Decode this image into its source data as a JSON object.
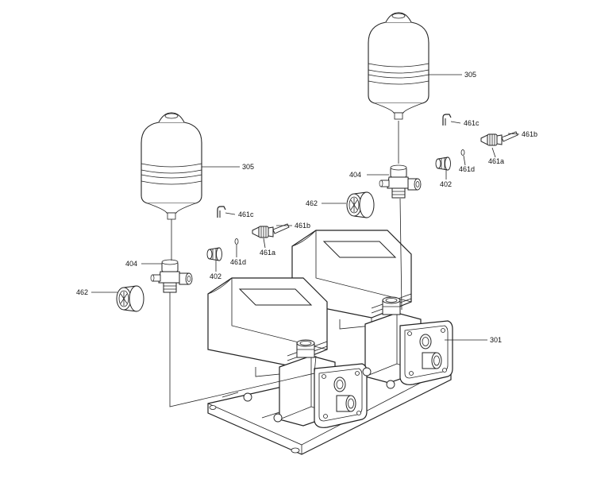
{
  "colors": {
    "line": "#222222",
    "fill": "#ffffff",
    "label": "#111111"
  },
  "labels": {
    "tank_left": "305",
    "tank_right": "305",
    "pump_assembly": "301",
    "tee_left": "404",
    "tee_right": "404",
    "gauge_left": "462",
    "gauge_right": "462",
    "clip_left": "461c",
    "clip_right": "461c",
    "sensor_left": "461b",
    "sensor_right": "461b",
    "sensor_body_left": "461a",
    "sensor_body_right": "461a",
    "oring_left": "461d",
    "oring_right": "461d",
    "nipple_left": "402",
    "nipple_right": "402"
  }
}
